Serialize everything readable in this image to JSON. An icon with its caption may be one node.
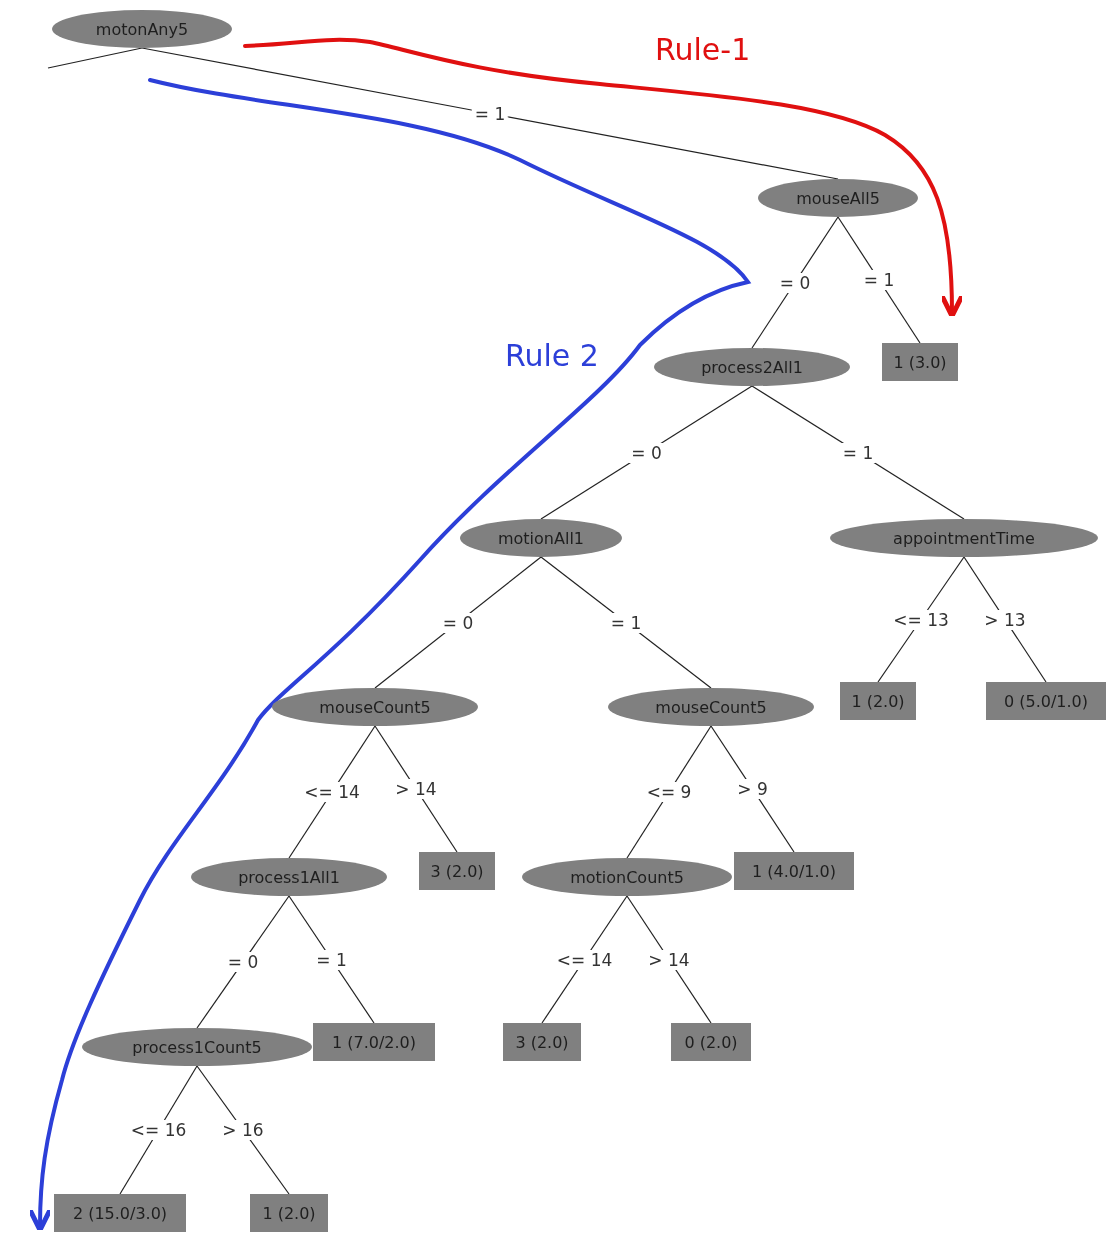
{
  "diagram": {
    "nodes": [
      {
        "text": [
          "motonAny5"
        ]
      },
      {
        "text": [
          "mouseAll5"
        ]
      },
      {
        "text": [
          "process2All1"
        ]
      },
      {
        "text": [
          "1 (3.0)"
        ]
      },
      {
        "text": [
          "motionAll1"
        ]
      },
      {
        "text": [
          "appointmentTime"
        ]
      },
      {
        "text": [
          "1 (2.0)"
        ]
      },
      {
        "text": [
          "0 (5.0/1.0)"
        ]
      },
      {
        "text": [
          "mouseCount5"
        ]
      },
      {
        "text": [
          "mouseCount5"
        ]
      },
      {
        "text": [
          "process1All1"
        ]
      },
      {
        "text": [
          "3 (2.0)"
        ]
      },
      {
        "text": [
          "motionCount5"
        ]
      },
      {
        "text": [
          "1 (4.0/1.0)"
        ]
      },
      {
        "text": [
          "process1Count5"
        ]
      },
      {
        "text": [
          "1 (7.0/2.0)"
        ]
      },
      {
        "text": [
          "3 (2.0)"
        ]
      },
      {
        "text": [
          "0 (2.0)"
        ]
      },
      {
        "text": [
          "2 (15.0/3.0)"
        ]
      },
      {
        "text": [
          "1 (2.0)"
        ]
      }
    ],
    "edges": [
      {
        "from": 0,
        "to": null,
        "arrow": "none"
      },
      {
        "from": 0,
        "to": 1,
        "arrow": "none",
        "label": "= 1"
      },
      {
        "from": 1,
        "to": 2,
        "arrow": "none",
        "label": "= 0"
      },
      {
        "from": 1,
        "to": 3,
        "arrow": "none",
        "label": "= 1"
      },
      {
        "from": 2,
        "to": 4,
        "arrow": "none",
        "label": "= 0"
      },
      {
        "from": 2,
        "to": 5,
        "arrow": "none",
        "label": "= 1"
      },
      {
        "from": 5,
        "to": 6,
        "arrow": "none",
        "label": "<= 13"
      },
      {
        "from": 5,
        "to": 7,
        "arrow": "none",
        "label": "> 13"
      },
      {
        "from": 4,
        "to": 8,
        "arrow": "none",
        "label": "= 0"
      },
      {
        "from": 4,
        "to": 9,
        "arrow": "none",
        "label": "= 1"
      },
      {
        "from": 8,
        "to": 10,
        "arrow": "none",
        "label": "<= 14"
      },
      {
        "from": 8,
        "to": 11,
        "arrow": "none",
        "label": "> 14"
      },
      {
        "from": 9,
        "to": 12,
        "arrow": "none",
        "label": "<= 9"
      },
      {
        "from": 9,
        "to": 13,
        "arrow": "none",
        "label": "> 9"
      },
      {
        "from": 10,
        "to": 14,
        "arrow": "none",
        "label": "= 0"
      },
      {
        "from": 10,
        "to": 15,
        "arrow": "none",
        "label": "= 1"
      },
      {
        "from": 12,
        "to": 16,
        "arrow": "none",
        "label": "<= 14"
      },
      {
        "from": 12,
        "to": 17,
        "arrow": "none",
        "label": "> 14"
      },
      {
        "from": 14,
        "to": 18,
        "arrow": "none",
        "label": "<= 16"
      },
      {
        "from": 14,
        "to": 19,
        "arrow": "none",
        "label": "> 16"
      }
    ],
    "labels": [
      "Rule-1",
      "Rule 2"
    ]
  }
}
